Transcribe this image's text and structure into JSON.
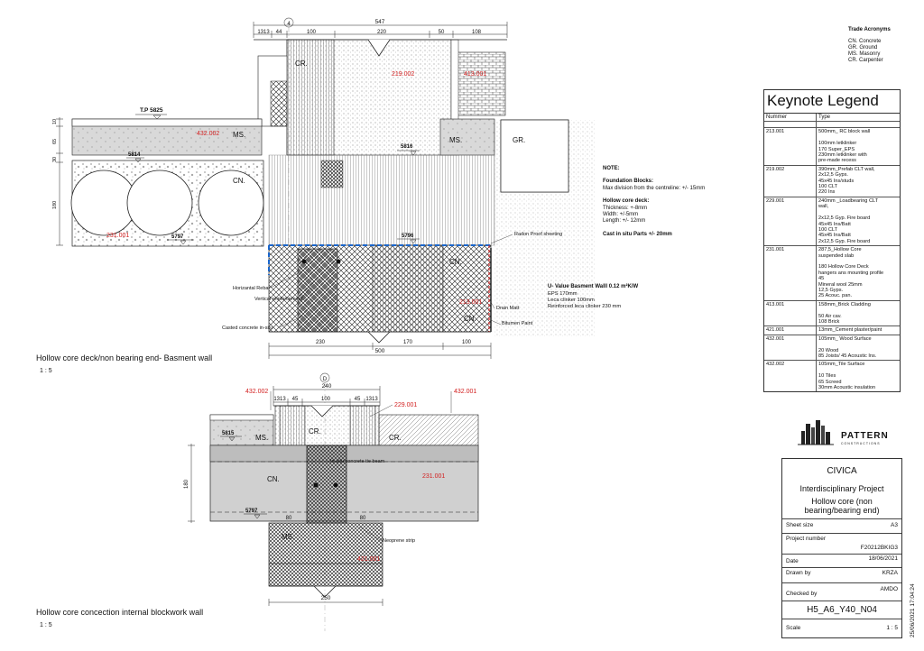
{
  "trade_acronyms": {
    "title": "Trade Acronyms",
    "items": [
      "CN. Concrete",
      "GR. Ground",
      "MS. Masonry",
      "CR. Carpenter"
    ]
  },
  "detail_top": {
    "title": "Hollow core deck/non bearing end- Basment wall",
    "scale": "1 : 5",
    "grid_tag": "4",
    "total_dim": "547",
    "top_dims": [
      "1313",
      "44",
      "100",
      "220",
      "50",
      "108"
    ],
    "bottom_total": "500",
    "bottom_dims": [
      "230",
      "170",
      "100"
    ],
    "left_dims": [
      "10",
      "65",
      "30",
      "180"
    ],
    "levels": [
      "T.P 5825",
      "5814",
      "5816",
      "5797",
      "5796"
    ],
    "keynotes": [
      "432.002",
      "219.002",
      "413.001",
      "231.001",
      "213.001"
    ],
    "trade_labels": [
      "CR.",
      "MS.",
      "MS.",
      "GR.",
      "CN.",
      "CN.",
      "CN."
    ],
    "annotations": [
      "Horizantal Rebar",
      "Vertical reinforcement",
      "Casted concrete in-situ",
      "Radon Proof sheeting",
      "Drain Matt",
      "Bitumen Paint"
    ],
    "uvalue_title": "U- Value Basment Walll 0.12 m²K/W",
    "uvalue_lines": [
      "EPS 170mm",
      "Leca clinker 100mm",
      "Reinforced leca clinker 230 mm"
    ]
  },
  "note": {
    "title": "NOTE:",
    "foundation_title": "Foundation Blocks:",
    "foundation_text": "Max division from the centreline: +/- 15mm",
    "hollow_title": "Hollow core deck:",
    "hollow_lines": [
      "Thickness: +-8mm",
      "Width: +/-5mm",
      "Length: +/- 12mm"
    ],
    "cast": "Cast in situ Parts +/- 20mm"
  },
  "detail_bottom": {
    "title": "Hollow core concection internal blockwork wall",
    "scale": "1 : 5",
    "grid_tag": "D",
    "total_dim": "240",
    "top_dims": [
      "1313",
      "45",
      "100",
      "45",
      "1313"
    ],
    "left_dim": "180",
    "seat_dims": [
      "80",
      "80"
    ],
    "bottom_dim": "250",
    "levels": [
      "5815",
      "5797"
    ],
    "keynotes": [
      "432.002",
      "229.001",
      "432.001",
      "231.001",
      "421.001"
    ],
    "trade_labels": [
      "MS.",
      "CR.",
      "CR.",
      "CN.",
      "MS."
    ],
    "annotations": [
      "In-situ concrete tie beam",
      "Neoprene strip"
    ]
  },
  "legend": {
    "title": "Keynote Legend",
    "col_number": "Nummer",
    "col_type": "Type",
    "rows": [
      {
        "n": "213.001",
        "t": "500mm_ RC block wall\n\n100mm letklinker\n170 Super_EPS\n230mm letklinker with\npre-made recess"
      },
      {
        "n": "219.002",
        "t": "390mm_Prefab CLT wall,\n2x12,5 Gyps.\n45x45 Ins/studs\n100 CLT\n220 Ins"
      },
      {
        "n": "229.001",
        "t": "240mm _Loadbearing CLT\nwall,\n\n2x12,5 Gyp. Fire board\n45x45 Ins/Batt\n100 CLT\n45x45 Ins/Batt\n2x12,5 Gyp. Fire board"
      },
      {
        "n": "231.001",
        "t": "287,5_Hollow Core\nsuspended slab\n\n180 Hollow Core Deck\nhangers ans mounting profile\n45\nMineral wool 25mm\n12,5 Gyps.\n25 Acouc. pan."
      },
      {
        "n": "413.001",
        "t": "158mm_Brick Cladding\n\n50 Air cav.\n108 Brick"
      },
      {
        "n": "421.001",
        "t": "13mm_Cement plaster/paint"
      },
      {
        "n": "432.001",
        "t": "105mm_ Wood Surface\n\n20 Wood\n85 Joists/ 45 Acoustic Ins."
      },
      {
        "n": "432.002",
        "t": "105mm_Tile Surface\n\n10 Tiles\n65 Screed\n30mm Acoustic insulation"
      }
    ]
  },
  "logo": {
    "name": "PATTERN",
    "sub": "CONSTRUCTIONS"
  },
  "title_block": {
    "company": "CIVICA",
    "project": "Interdisciplinary Project",
    "drawing_title": "Hollow core (non bearing/bearing end)",
    "sheet_size_label": "Sheet size",
    "sheet_size": "A3",
    "project_number_label": "Project number",
    "project_number": "F20212BKIG3",
    "date_label": "Date",
    "date": "18/06/2021",
    "drawn_by_label": "Drawn by",
    "drawn_by": "KRZA",
    "checked_by_label": "Checked by",
    "checked_by": "AMDO",
    "sheet_code": "H5_A6_Y40_N04",
    "scale_label": "Scale",
    "scale": "1 : 5",
    "timestamp": "25/06/2021 17:04:24"
  }
}
